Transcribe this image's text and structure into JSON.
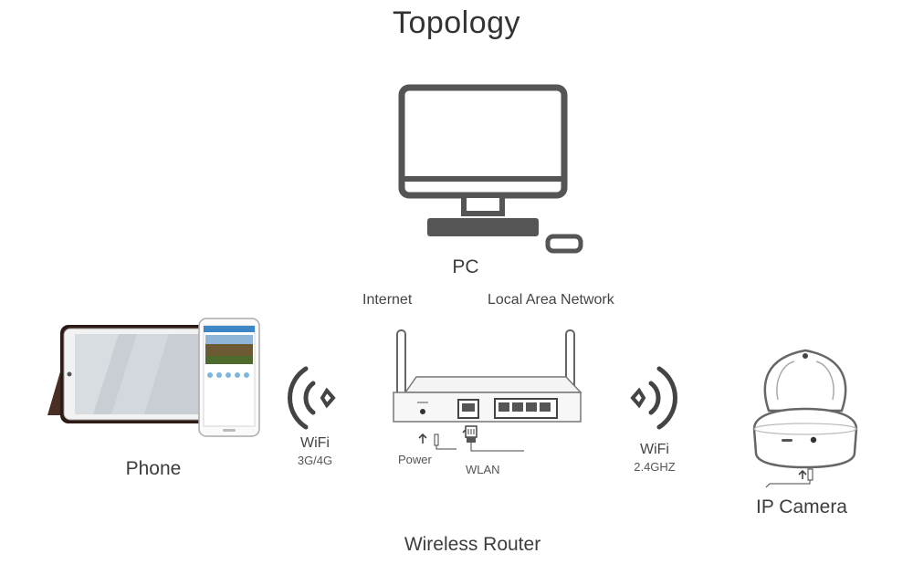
{
  "title": "Topology",
  "nodes": {
    "pc": "PC",
    "phone": "Phone",
    "router": "Wireless Router",
    "camera": "IP Camera"
  },
  "labels": {
    "internet": "Internet",
    "lan": "Local Area Network",
    "power": "Power",
    "wlan": "WLAN"
  },
  "links": {
    "phone_wifi": {
      "label": "WiFi",
      "sub": "3G/4G"
    },
    "camera_wifi": {
      "label": "WiFi",
      "sub": "2.4GHZ"
    }
  }
}
